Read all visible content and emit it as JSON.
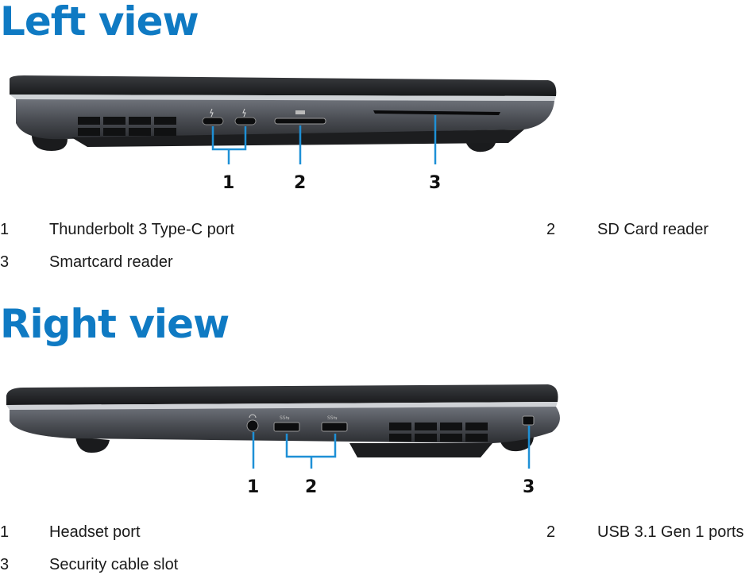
{
  "left_view": {
    "heading": "Left view",
    "callouts": [
      "1",
      "2",
      "3"
    ],
    "items": [
      {
        "number": "1",
        "label": "Thunderbolt 3 Type-C port"
      },
      {
        "number": "2",
        "label": "SD Card reader"
      },
      {
        "number": "3",
        "label": "Smartcard reader"
      }
    ]
  },
  "right_view": {
    "heading": "Right view",
    "callouts": [
      "1",
      "2",
      "3"
    ],
    "items": [
      {
        "number": "1",
        "label": "Headset port"
      },
      {
        "number": "2",
        "label": "USB 3.1 Gen 1 ports"
      },
      {
        "number": "3",
        "label": "Security cable slot"
      }
    ]
  },
  "colors": {
    "heading": "#0f7ac3",
    "callout_line": "#1e90d6",
    "chassis_dark": "#2a2c30",
    "chassis_mid": "#5a5e66"
  }
}
